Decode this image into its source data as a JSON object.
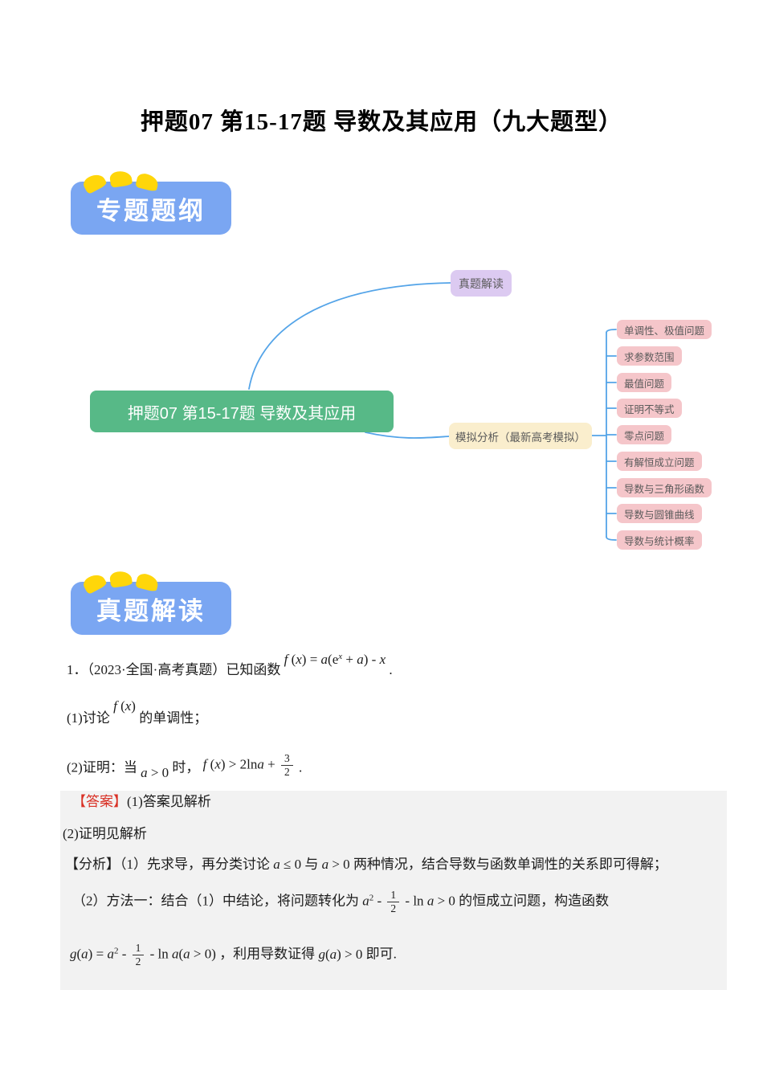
{
  "title": "押题07 第15-17题 导数及其应用（九大题型）",
  "badges": {
    "outline": "专题题纲",
    "zhenti": "真题解读"
  },
  "colors": {
    "badge_blue": "#7aa6f2",
    "mark_yellow": "#ffd60a",
    "node_green": "#57b987",
    "node_purple": "#dccaf1",
    "node_cream": "#faeecd",
    "node_pink": "#f5c6ca",
    "connector_blue": "#54a4e8",
    "answer_bg": "#f2f2f2",
    "answer_label_red": "#d93025"
  },
  "mindmap": {
    "center_label": "押题07 第15-17题 导数及其应用",
    "branch_zhenti": "真题解读",
    "branch_moni": "模拟分析（最新高考模拟）",
    "topics": [
      {
        "label": "单调性、极值问题"
      },
      {
        "label": "求参数范围"
      },
      {
        "label": "最值问题"
      },
      {
        "label": "证明不等式"
      },
      {
        "label": "零点问题"
      },
      {
        "label": "有解恒成立问题"
      },
      {
        "label": "导数与三角形函数"
      },
      {
        "label": "导数与圆锥曲线"
      },
      {
        "label": "导数与统计概率"
      }
    ]
  },
  "question1": {
    "lead": "1．（2023·全国·高考真题）已知函数",
    "formula_main": [
      [
        "f",
        "i"
      ],
      [
        " (",
        "u"
      ],
      [
        "x",
        "i"
      ],
      [
        ") = ",
        "u"
      ],
      [
        "a",
        "i"
      ],
      [
        "(",
        "u"
      ],
      [
        "e",
        "u"
      ],
      [
        "x",
        "is"
      ],
      [
        " + ",
        "u"
      ],
      [
        "a",
        "i"
      ],
      [
        ")",
        "u"
      ],
      [
        " - ",
        "u"
      ],
      [
        "x",
        "i"
      ]
    ],
    "period": ".",
    "part1_pre": "(1)讨论",
    "part1_fx": [
      [
        "f",
        "i"
      ],
      [
        " (",
        "u"
      ],
      [
        "x",
        "i"
      ],
      [
        ")",
        "u"
      ]
    ],
    "part1_post": "的单调性；",
    "part2_pre": "(2)证明：当",
    "part2_cond": [
      [
        "a",
        "i"
      ],
      [
        " > 0",
        "u"
      ]
    ],
    "part2_mid": "时，",
    "part2_formula": [
      [
        "f",
        "i"
      ],
      [
        " (",
        "u"
      ],
      [
        "x",
        "i"
      ],
      [
        ") > 2ln",
        "u"
      ],
      [
        "a",
        "i"
      ],
      [
        " + ",
        "u"
      ],
      [
        "3/2",
        "f"
      ]
    ],
    "part2_period": "."
  },
  "answer": {
    "label": "【答案】",
    "line1": "(1)答案见解析",
    "line2": "(2)证明见解析",
    "analysis_label": "【分析】",
    "a1_pre": "（1）先求导，再分类讨论",
    "a1_f1": [
      [
        "a",
        "i"
      ],
      [
        " ≤ 0",
        "u"
      ]
    ],
    "a1_mid": "与",
    "a1_f2": [
      [
        "a",
        "i"
      ],
      [
        " > 0",
        "u"
      ]
    ],
    "a1_post": "两种情况，结合导数与函数单调性的关系即可得解；",
    "a2_pre": "（2）方法一：结合（1）中结论，将问题转化为",
    "a2_formula": [
      [
        "a",
        "i"
      ],
      [
        "2",
        "s"
      ],
      [
        " - ",
        "u"
      ],
      [
        "1/2",
        "f"
      ],
      [
        " - ln ",
        "u"
      ],
      [
        "a",
        "i"
      ],
      [
        " > 0",
        "u"
      ]
    ],
    "a2_post": "的恒成立问题，构造函数",
    "a3_formula": [
      [
        "g",
        "i"
      ],
      [
        "(",
        "u"
      ],
      [
        "a",
        "i"
      ],
      [
        ")",
        "u"
      ],
      [
        " = ",
        "u"
      ],
      [
        "a",
        "i"
      ],
      [
        "2",
        "s"
      ],
      [
        " - ",
        "u"
      ],
      [
        "1/2",
        "f"
      ],
      [
        " - ln ",
        "u"
      ],
      [
        "a",
        "i"
      ],
      [
        "(",
        "u"
      ],
      [
        "a",
        "i"
      ],
      [
        " > 0",
        "u"
      ],
      [
        ")",
        "u"
      ]
    ],
    "a3_mid": "，利用导数证得",
    "a3_formula2": [
      [
        "g",
        "i"
      ],
      [
        "(",
        "u"
      ],
      [
        "a",
        "i"
      ],
      [
        ")",
        "u"
      ],
      [
        " > 0",
        "u"
      ]
    ],
    "a3_post": "即可."
  }
}
